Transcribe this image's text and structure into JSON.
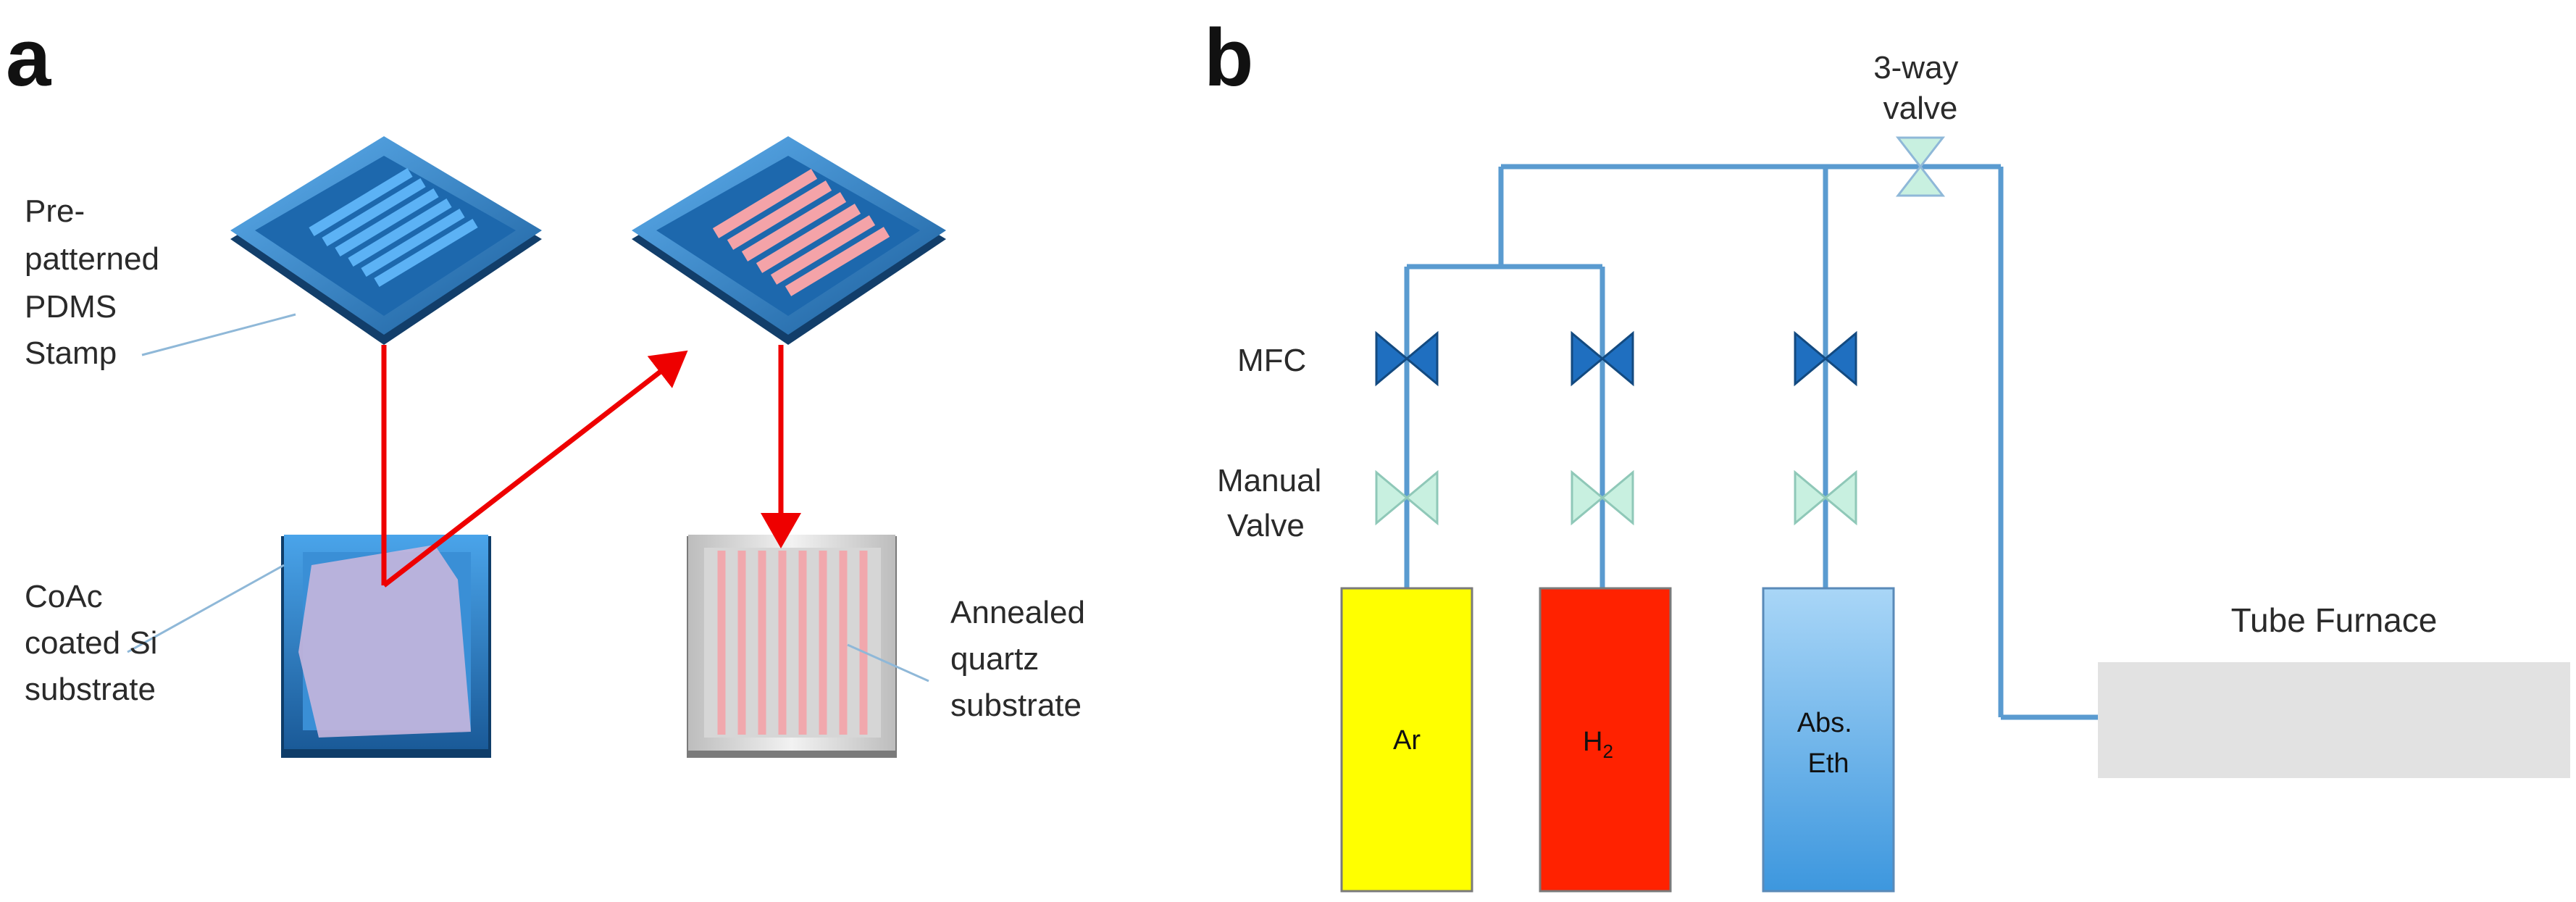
{
  "panel_a": {
    "label": "a",
    "stamp_label": [
      "Pre-",
      "patterned",
      "PDMS",
      "Stamp"
    ],
    "si_label": [
      "CoAc",
      "coated  Si",
      "substrate"
    ],
    "quartz_label": [
      "Annealed",
      "quartz",
      "substrate"
    ]
  },
  "panel_b": {
    "label": "b",
    "three_way_label": [
      "3-way",
      "valve"
    ],
    "mfc_label": "MFC",
    "manual_label": [
      "Manual",
      "Valve"
    ],
    "tube_furnace_label": "Tube Furnace",
    "cylinders": [
      {
        "name": "Ar",
        "color": "#ffff00"
      },
      {
        "name": "H",
        "sub": "2",
        "color": "#ff2200"
      },
      {
        "name": "Abs.",
        "name2": "Eth",
        "color": "#8ec5f0"
      }
    ]
  },
  "colors": {
    "pipe": "#5a9bd0",
    "arrow": "#ee0000",
    "stamp": "#2a7fc5",
    "valve_mfc": "#1f6fc0",
    "valve_manual": "#c8f0e0"
  }
}
